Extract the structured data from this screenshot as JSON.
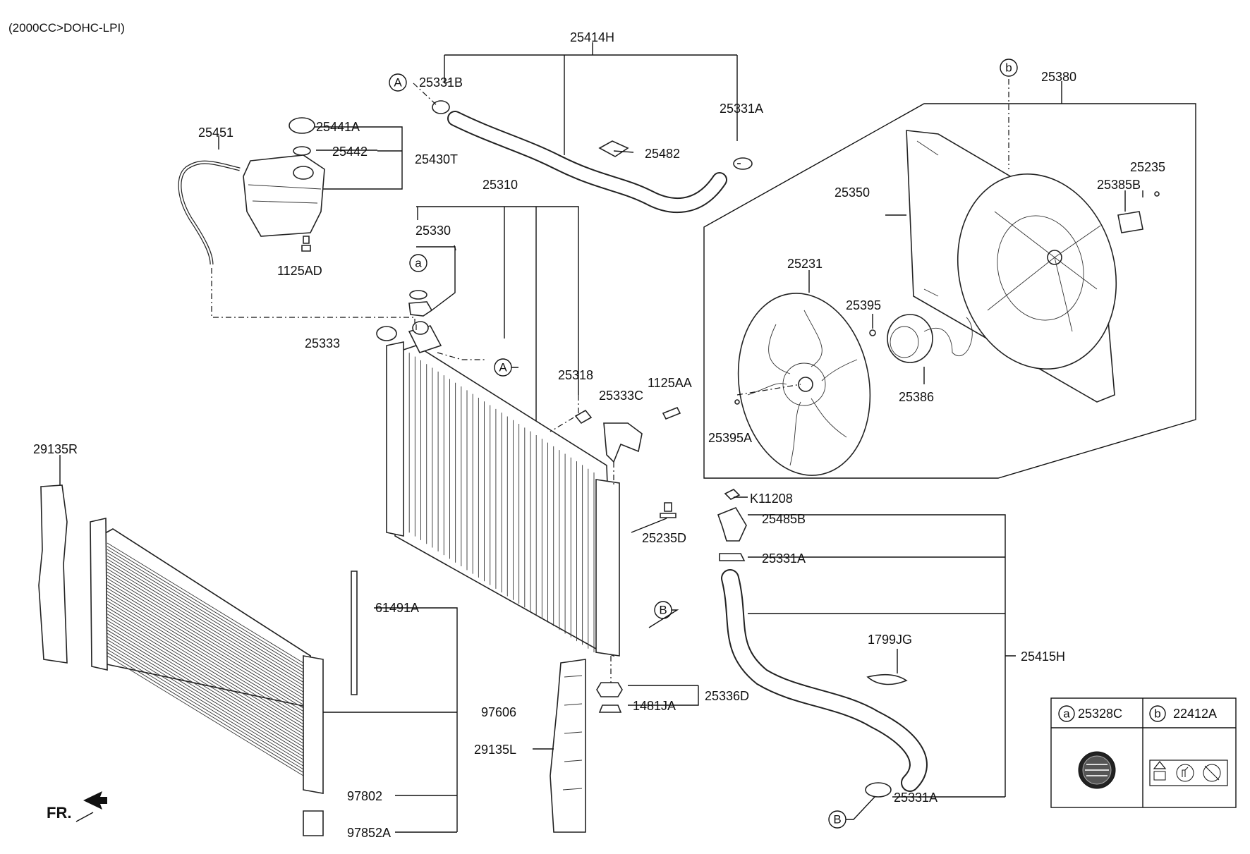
{
  "header": {
    "engine": "(2000CC>DOHC-LPI)"
  },
  "orientation": {
    "label": "FR."
  },
  "callouts": [
    {
      "id": "A",
      "letter": "A"
    },
    {
      "id": "A2",
      "letter": "A"
    },
    {
      "id": "B",
      "letter": "B"
    },
    {
      "id": "B2",
      "letter": "B"
    },
    {
      "id": "a",
      "letter": "a"
    },
    {
      "id": "b",
      "letter": "b"
    }
  ],
  "parts": [
    {
      "id": "p25414H",
      "label": "25414H"
    },
    {
      "id": "p25331B",
      "label": "25331B"
    },
    {
      "id": "p25331A_top",
      "label": "25331A"
    },
    {
      "id": "p25482",
      "label": "25482"
    },
    {
      "id": "p25380",
      "label": "25380"
    },
    {
      "id": "p25441A",
      "label": "25441A"
    },
    {
      "id": "p25442",
      "label": "25442"
    },
    {
      "id": "p25430T",
      "label": "25430T"
    },
    {
      "id": "p25451",
      "label": "25451"
    },
    {
      "id": "p1125AD",
      "label": "1125AD"
    },
    {
      "id": "p25310",
      "label": "25310"
    },
    {
      "id": "p25330",
      "label": "25330"
    },
    {
      "id": "p25333",
      "label": "25333"
    },
    {
      "id": "p25318",
      "label": "25318"
    },
    {
      "id": "p25333C",
      "label": "25333C"
    },
    {
      "id": "p1125AA",
      "label": "1125AA"
    },
    {
      "id": "p25350",
      "label": "25350"
    },
    {
      "id": "p25235",
      "label": "25235"
    },
    {
      "id": "p25385B",
      "label": "25385B"
    },
    {
      "id": "p25231",
      "label": "25231"
    },
    {
      "id": "p25395",
      "label": "25395"
    },
    {
      "id": "p25386",
      "label": "25386"
    },
    {
      "id": "p25395A",
      "label": "25395A"
    },
    {
      "id": "p29135R",
      "label": "29135R"
    },
    {
      "id": "pK11208",
      "label": "K11208"
    },
    {
      "id": "p25485B",
      "label": "25485B"
    },
    {
      "id": "p25331A_mid",
      "label": "25331A"
    },
    {
      "id": "p25235D",
      "label": "25235D"
    },
    {
      "id": "p61491A",
      "label": "61491A"
    },
    {
      "id": "p1799JG",
      "label": "1799JG"
    },
    {
      "id": "p25415H",
      "label": "25415H"
    },
    {
      "id": "p97606",
      "label": "97606"
    },
    {
      "id": "p25336D",
      "label": "25336D"
    },
    {
      "id": "p1481JA",
      "label": "1481JA"
    },
    {
      "id": "p29135L",
      "label": "29135L"
    },
    {
      "id": "p97802",
      "label": "97802"
    },
    {
      "id": "p97852A",
      "label": "97852A"
    },
    {
      "id": "p25331A_bot",
      "label": "25331A"
    }
  ],
  "legend": {
    "a": {
      "letter": "a",
      "part": "25328C"
    },
    "b": {
      "letter": "b",
      "part": "22412A"
    }
  }
}
